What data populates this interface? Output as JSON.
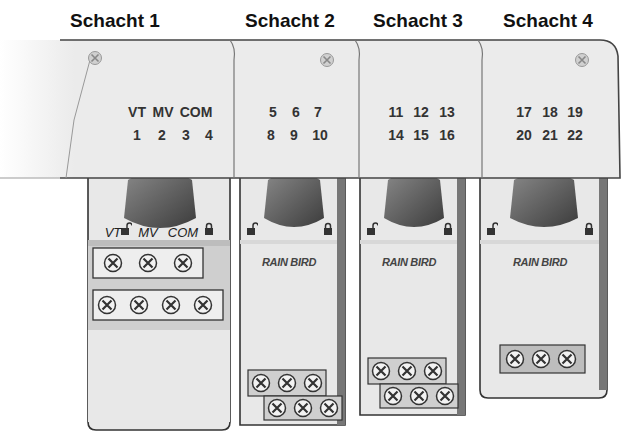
{
  "diagram": {
    "labels": [
      "Schacht 1",
      "Schacht 2",
      "Schacht 3",
      "Schacht 4",
      "VT",
      "MV",
      "COM",
      "1",
      "2",
      "3",
      "4",
      "5",
      "6",
      "7",
      "8",
      "9",
      "10",
      "11",
      "12",
      "13",
      "14",
      "15",
      "16",
      "17",
      "18",
      "19",
      "20",
      "21",
      "22",
      "VT",
      "MV",
      "COM",
      "RAIN BIRD",
      "RAIN BIRD",
      "RAIN BIRD"
    ]
  }
}
